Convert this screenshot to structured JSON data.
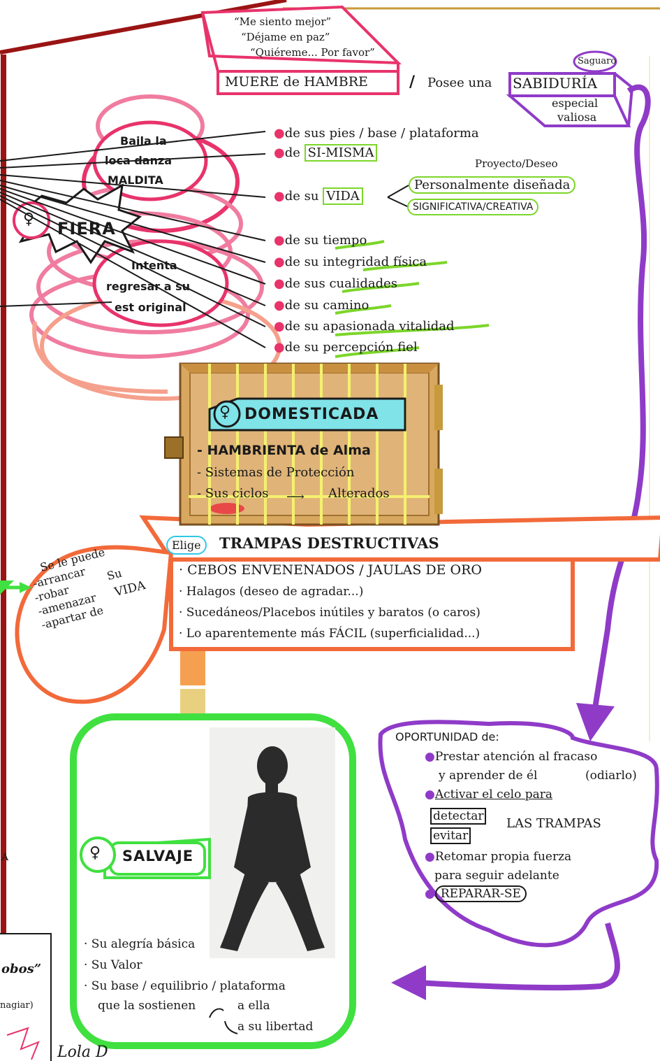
{
  "header_box": {
    "lines": [
      "“Me siento mejor”",
      "“Déjame en paz”",
      "“Quiéreme... Por favor”"
    ],
    "muere": "MUERE de HAMBRE",
    "slash": "/",
    "posee": "Posee una",
    "sabiduria": "SABIDURÍA",
    "saguaro": "Saguaro",
    "especial": "especial",
    "valiosa": "valiosa"
  },
  "fiera": {
    "label": "FIERA",
    "baila": [
      "Baila la",
      "loca danza",
      "MALDITA"
    ],
    "intenta": [
      "Intenta",
      "regresar a su",
      "est original"
    ]
  },
  "losses": [
    {
      "de": "de",
      "su": "sus",
      "rest": "pies / base / plataforma"
    },
    {
      "de": "de",
      "su": "",
      "rest": "SI-MISMA"
    },
    {
      "de": "de",
      "su": "su",
      "rest": "VIDA"
    },
    {
      "de": "de",
      "su": "su",
      "rest": "tiempo"
    },
    {
      "de": "de",
      "su": "su",
      "rest": "integridad física"
    },
    {
      "de": "de",
      "su": "sus",
      "rest": "cualidades"
    },
    {
      "de": "de",
      "su": "su",
      "rest": "camino"
    },
    {
      "de": "de",
      "su": "su",
      "rest": "apasionada vitalidad"
    },
    {
      "de": "de",
      "su": "su",
      "rest": "percepción fiel"
    }
  ],
  "vida_branches": {
    "proyecto": "Proyecto/Deseo",
    "personal": "Personalmente diseñada",
    "significativa": "SIGNIFICATIVA/CREATIVA"
  },
  "domesticada": {
    "label": "DOMESTICADA",
    "items": [
      "- HAMBRIENTA de Alma",
      "- Sistemas de Protección",
      "- Sus ciclos",
      "Alterados"
    ]
  },
  "trampas": {
    "elige": "Elige",
    "title": "TRAMPAS DESTRUCTIVAS",
    "items": [
      "· CEBOS ENVENENADOS / JAULAS DE ORO",
      "· Halagos (deseo de agradar...)",
      "· Sucedáneos/Placebos inútiles y baratos (o caros)",
      "· Lo aparentemente más FÁCIL (superficialidad...)"
    ]
  },
  "se_puede": {
    "title": "Se le puede",
    "verbs": [
      "-arrancar",
      "-robar",
      "-amenazar",
      "-apartar de"
    ],
    "su": "Su",
    "vida": "VIDA"
  },
  "oportunidad": {
    "title": "OPORTUNIDAD de:",
    "items": [
      "Prestar atención al fracaso",
      "y aprender de él",
      "(odiarlo)",
      "Activar el celo para",
      "detectar",
      "evitar",
      "LAS TRAMPAS",
      "Retomar propia fuerza",
      "para seguir adelante",
      "REPARAR-SE"
    ]
  },
  "salvaje": {
    "label": "SALVAJE",
    "items": [
      "· Su alegría básica",
      "· Su Valor",
      "· Su base / equilibrio / plataforma",
      "que la sostienen",
      "a ella",
      "a su libertad"
    ]
  },
  "left_box": {
    "lobos": "obos”",
    "magiar": "nagiar)",
    "a": "A"
  },
  "signature": "Lola D",
  "colors": {
    "pink": "#e8336b",
    "green": "#7cd62a",
    "purple": "#8f3bc8",
    "orange": "#f26a3a",
    "darkred": "#9a1414",
    "gold": "#c89a3a"
  }
}
